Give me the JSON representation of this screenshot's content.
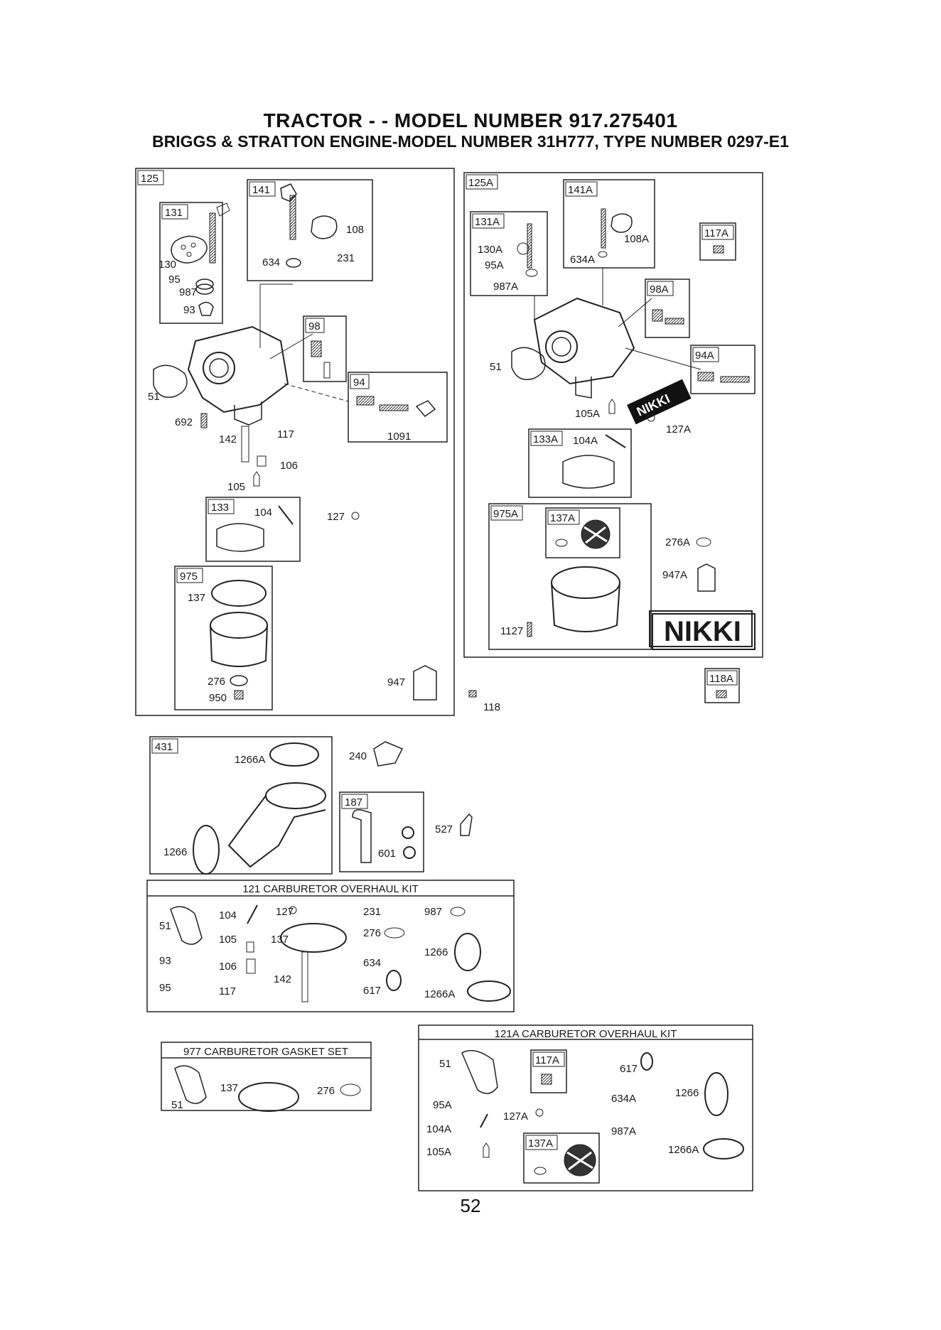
{
  "header": {
    "title": "TRACTOR - - MODEL NUMBER  917.275401",
    "subtitle": "BRIGGS & STRATTON ENGINE-MODEL NUMBER 31H777, TYPE NUMBER 0297-E1"
  },
  "page_number": "52",
  "assembly_125": {
    "tag": "125",
    "sub_131": {
      "tag": "131",
      "labels": [
        "130",
        "95",
        "987",
        "93"
      ]
    },
    "sub_141": {
      "tag": "141",
      "labels": [
        "108",
        "634",
        "231"
      ]
    },
    "sub_98": {
      "tag": "98"
    },
    "sub_94": {
      "tag": "94",
      "labels": [
        "1091"
      ]
    },
    "sub_133": {
      "tag": "133",
      "labels": [
        "104"
      ]
    },
    "sub_975": {
      "tag": "975",
      "labels": [
        "137",
        "276",
        "950"
      ]
    },
    "labels": [
      "51",
      "692",
      "142",
      "117",
      "106",
      "105",
      "127",
      "947"
    ]
  },
  "assembly_125A": {
    "tag": "125A",
    "sub_131A": {
      "tag": "131A",
      "labels": [
        "130A",
        "95A",
        "987A"
      ]
    },
    "sub_141A": {
      "tag": "141A",
      "labels": [
        "108A",
        "634A"
      ]
    },
    "sub_117A": {
      "tag": "117A"
    },
    "sub_98A": {
      "tag": "98A"
    },
    "sub_94A": {
      "tag": "94A"
    },
    "sub_133A": {
      "tag": "133A",
      "labels": [
        "104A"
      ]
    },
    "sub_975A": {
      "tag": "975A",
      "labels": [
        "1127"
      ]
    },
    "sub_137A": {
      "tag": "137A"
    },
    "labels": [
      "51",
      "105A",
      "127A",
      "276A",
      "947A"
    ],
    "brand_small": "NIKKI",
    "brand_large": "NIKKI"
  },
  "part_118A": {
    "tag": "118A"
  },
  "part_118": {
    "label": "118"
  },
  "assembly_431": {
    "tag": "431",
    "labels": [
      "1266A",
      "1266"
    ]
  },
  "part_240": {
    "label": "240"
  },
  "assembly_187": {
    "tag": "187",
    "labels": [
      "601"
    ]
  },
  "part_527": {
    "label": "527"
  },
  "kit_121": {
    "title": "121 CARBURETOR OVERHAUL KIT",
    "labels": [
      "51",
      "104",
      "127",
      "231",
      "987",
      "105",
      "137",
      "276",
      "93",
      "106",
      "634",
      "1266",
      "95",
      "117",
      "142",
      "617",
      "1266A"
    ]
  },
  "kit_977": {
    "title": "977 CARBURETOR GASKET SET",
    "labels": [
      "51",
      "137",
      "276"
    ]
  },
  "kit_121A": {
    "title": "121A CARBURETOR OVERHAUL KIT",
    "tags": [
      "117A",
      "137A"
    ],
    "labels": [
      "51",
      "617",
      "634A",
      "1266",
      "95A",
      "127A",
      "104A",
      "987A",
      "105A",
      "1266A"
    ]
  }
}
